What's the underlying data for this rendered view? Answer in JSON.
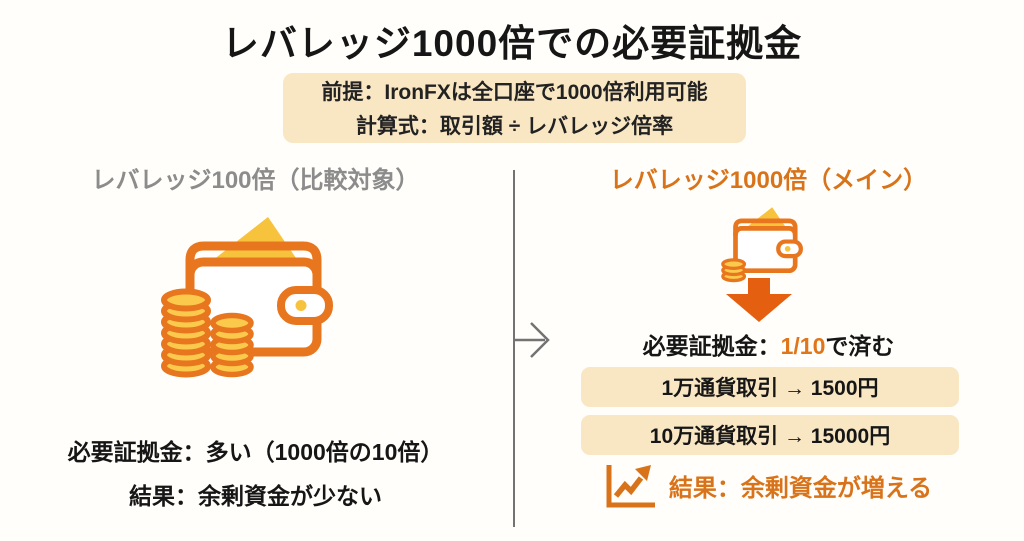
{
  "title": "レバレッジ1000倍での必要証拠金",
  "premise_box": {
    "line1": "前提：IronFXは全口座で1000倍利用可能",
    "line2": "計算式：取引額 ÷ レバレッジ倍率"
  },
  "left_panel": {
    "heading": "レバレッジ100倍（比較対象）",
    "margin_line": "必要証拠金：多い（1000倍の10倍）",
    "result_line": "結果：余剰資金が少ない"
  },
  "right_panel": {
    "heading": "レバレッジ1000倍（メイン）",
    "margin_prefix": "必要証拠金：",
    "margin_highlight": "1/10",
    "margin_suffix": "で済む",
    "trade_boxes": [
      "1万通貨取引 → 1500円",
      "10万通貨取引 → 15000円"
    ],
    "result_line": "結果：余剰資金が増える"
  },
  "icons": {
    "left_wallet": "wallet-with-coins",
    "right_wallet": "wallet-with-coins-small",
    "down_arrow": "down-arrow",
    "transition_arrow": "right-arrow",
    "result_chart": "rising-line-chart"
  },
  "colors": {
    "accent_orange": "#D9731A",
    "deep_orange": "#E55F11",
    "outline_orange": "#E8761F",
    "card_yellow": "#F8C33C",
    "coin_yellow": "#FBCA4D",
    "beige_box": "#F9E7C4",
    "gray_heading": "#8C8C8C",
    "divider_gray": "#737373",
    "text_dark": "#1B1B1B",
    "background": "#FFFEFA"
  }
}
